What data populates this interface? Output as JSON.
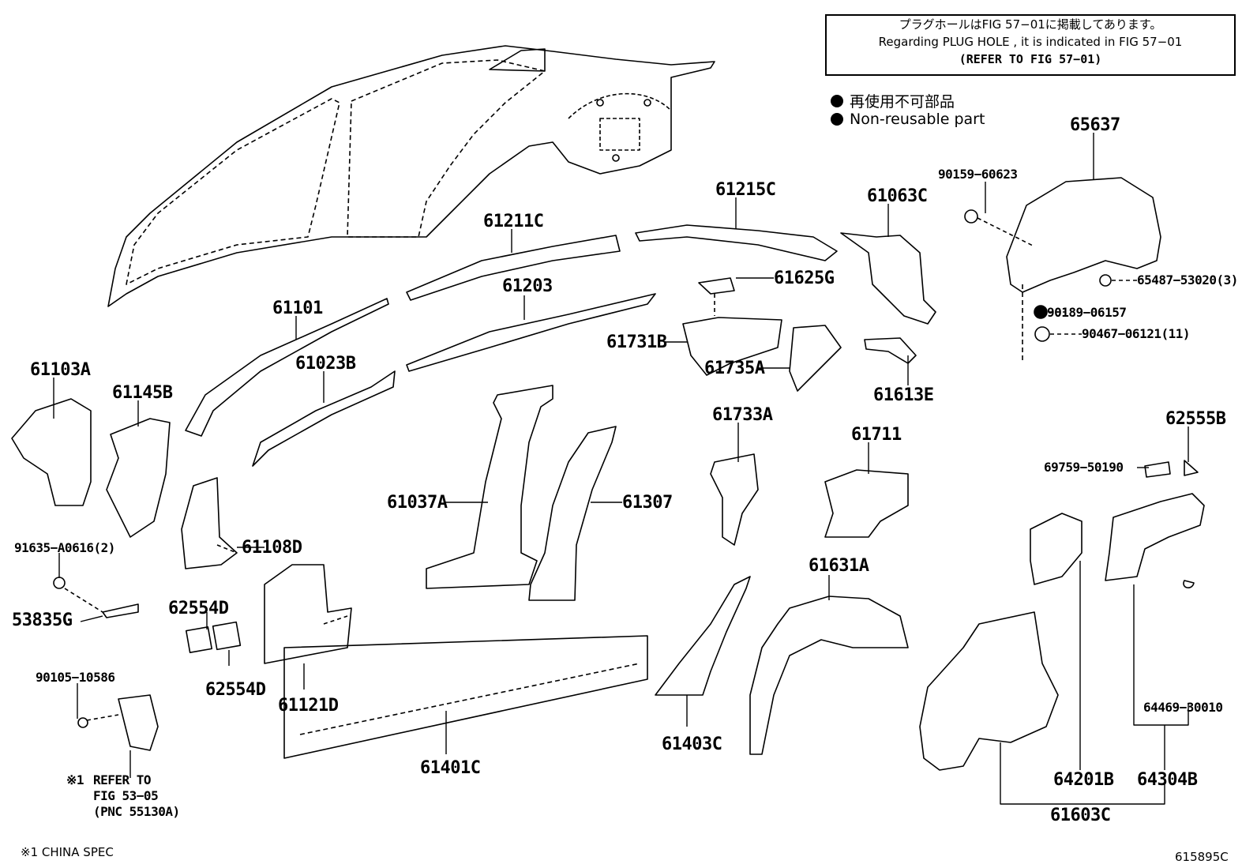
{
  "note": {
    "line1": "プラグホールはFIG 57−01に掲載してあります。",
    "line2": "Regarding PLUG HOLE , it is indicated in FIG 57−01",
    "line3": "(REFER TO FIG 57−01)"
  },
  "legend": {
    "jp": "再使用不可部品",
    "en": "Non-reusable part"
  },
  "labels": {
    "l65637": "65637",
    "l90159": "90159−60623",
    "l61215C": "61215C",
    "l61063C": "61063C",
    "l61211C": "61211C",
    "l61625G": "61625G",
    "l65487": "65487−53020(3)",
    "l90189": "90189−06157",
    "l90467": "90467−06121(11)",
    "l61203": "61203",
    "l61101": "61101",
    "l61731B": "61731B",
    "l61735A": "61735A",
    "l61023B": "61023B",
    "l61103A": "61103A",
    "l61145B": "61145B",
    "l61613E": "61613E",
    "l61733A": "61733A",
    "l61711": "61711",
    "l62555B": "62555B",
    "l69759": "69759−50190",
    "l61037A": "61037A",
    "l61307": "61307",
    "l91635": "91635−A0616(2)",
    "l61108D": "61108D",
    "l61631A": "61631A",
    "l53835G": "53835G",
    "l62554D_a": "62554D",
    "l62554D_b": "62554D",
    "l61121D": "61121D",
    "l90105": "90105−10586",
    "l61403C": "61403C",
    "l64469": "64469−30010",
    "l61401C": "61401C",
    "l64201B": "64201B",
    "l64304B": "64304B",
    "l61603C": "61603C"
  },
  "refer": {
    "mark": "※1",
    "line1": "REFER TO",
    "line2": "FIG 53−05",
    "line3": "(PNC 55130A)"
  },
  "footer": {
    "china": "※1 CHINA SPEC",
    "fig": "615895C"
  }
}
